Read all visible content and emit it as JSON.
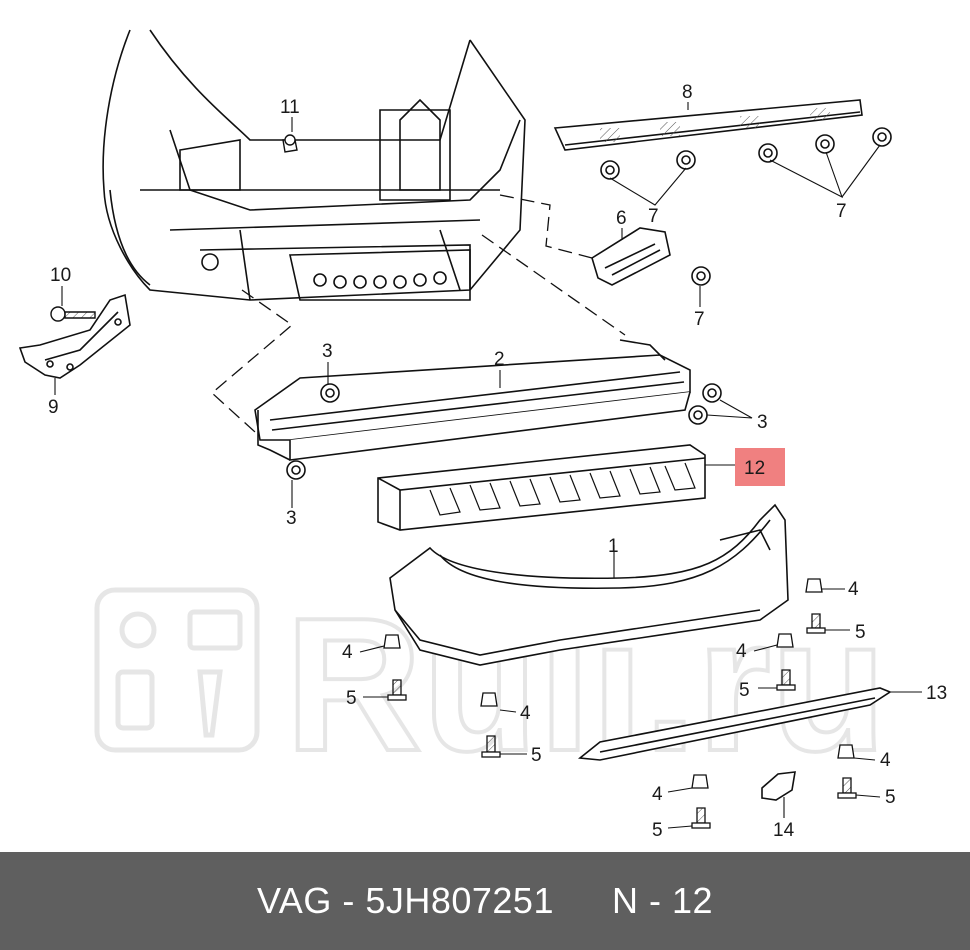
{
  "diagram": {
    "callouts": {
      "c1": "1",
      "c2": "2",
      "c3a": "3",
      "c3b": "3",
      "c3c": "3",
      "c4a": "4",
      "c4b": "4",
      "c4c": "4",
      "c4d": "4",
      "c4e": "4",
      "c4f": "4",
      "c5a": "5",
      "c5b": "5",
      "c5c": "5",
      "c5d": "5",
      "c5e": "5",
      "c5f": "5",
      "c6": "6",
      "c7a": "7",
      "c7b": "7",
      "c7c": "7",
      "c8": "8",
      "c9": "9",
      "c10": "10",
      "c11": "11",
      "c12": "12",
      "c13": "13",
      "c14": "14"
    },
    "highlight_color": "#f08080",
    "watermark_text": "Ruli.ru"
  },
  "footer": {
    "part_number": "VAG - 5JH807251",
    "position_label": "N - 12",
    "background": "#5f5f5f"
  }
}
